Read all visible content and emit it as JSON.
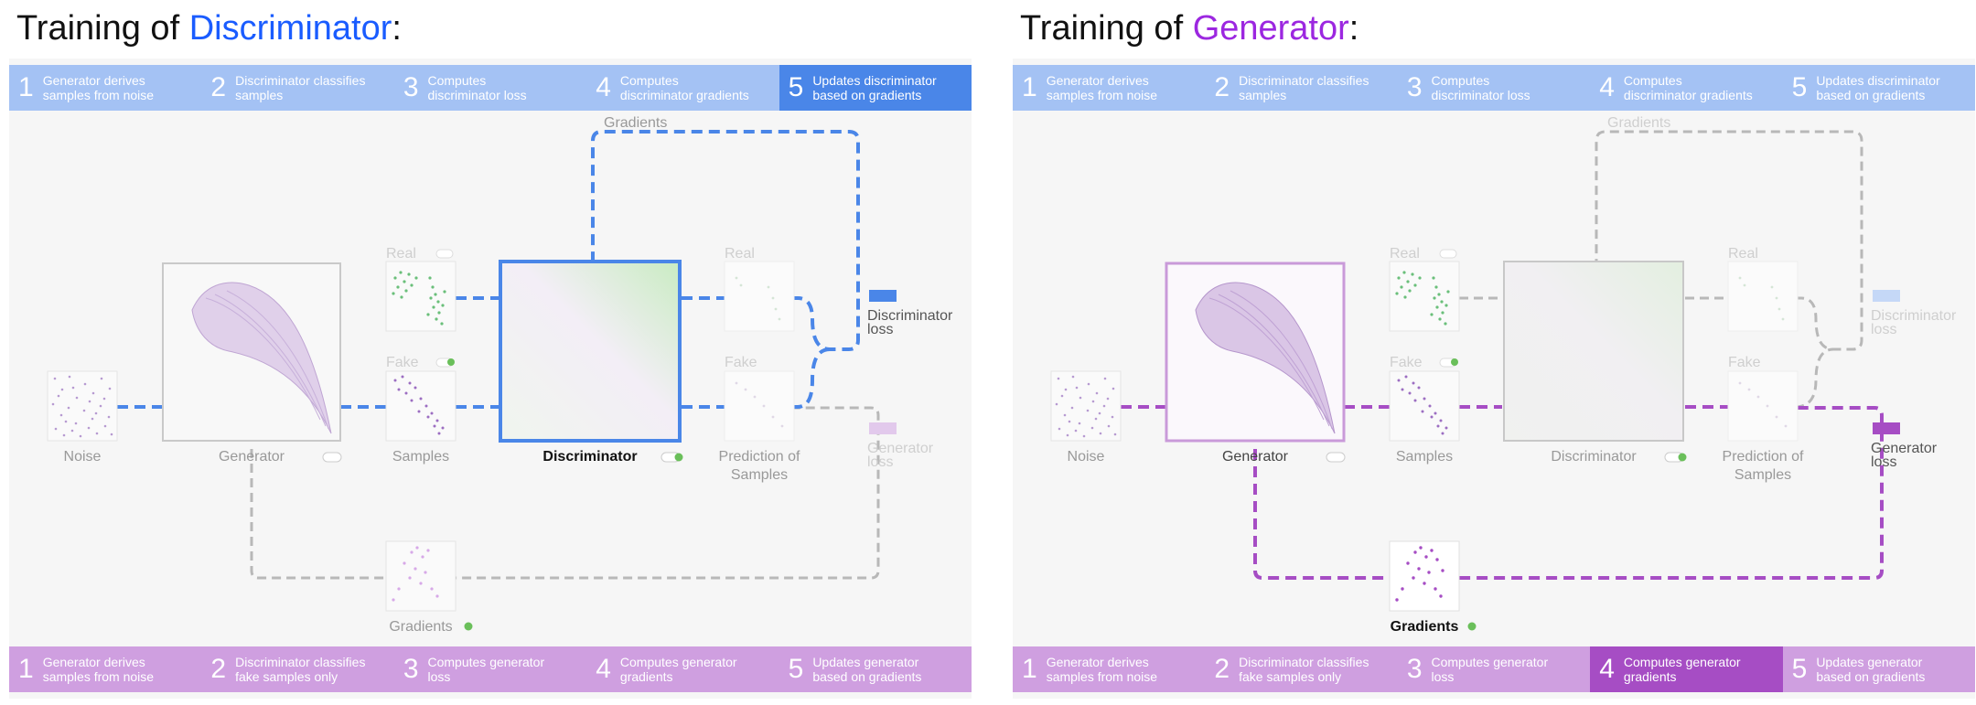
{
  "panels": [
    {
      "id": "disc",
      "title_prefix": "Training of ",
      "title_highlight": "Discriminator",
      "title_suffix": ":",
      "accent": "#4285f4",
      "top_bar_color": "#a4c2f4",
      "top_active_color": "#4a86e8",
      "bottom_bar_color": "#cf9fe0",
      "bottom_active_color": "#a64dc4",
      "top_steps": [
        {
          "num": "1",
          "text": "Generator derives\nsamples from noise"
        },
        {
          "num": "2",
          "text": "Discriminator classifies\nsamples"
        },
        {
          "num": "3",
          "text": "Computes\ndiscriminator loss"
        },
        {
          "num": "4",
          "text": "Computes\ndiscriminator gradients"
        },
        {
          "num": "5",
          "text": "Updates discriminator\nbased on gradients"
        }
      ],
      "top_active": 4,
      "bottom_steps": [
        {
          "num": "1",
          "text": "Generator derives\nsamples from noise"
        },
        {
          "num": "2",
          "text": "Discriminator classifies\nfake samples only"
        },
        {
          "num": "3",
          "text": "Computes generator\nloss"
        },
        {
          "num": "4",
          "text": "Computes generator\ngradients"
        },
        {
          "num": "5",
          "text": "Updates generator\nbased on gradients"
        }
      ],
      "bottom_active": -1,
      "labels": {
        "gradients_top": "Gradients",
        "real": "Real",
        "fake": "Fake",
        "real2": "Real",
        "fake2": "Fake",
        "noise": "Noise",
        "generator": "Generator",
        "samples": "Samples",
        "discriminator": "Discriminator",
        "prediction_1": "Prediction of",
        "prediction_2": "Samples",
        "disc_loss_1": "Discriminator",
        "disc_loss_2": "loss",
        "gen_loss_1": "Generator",
        "gen_loss_2": "loss",
        "gradients_bottom": "Gradients"
      }
    },
    {
      "id": "gen",
      "title_prefix": "Training of ",
      "title_highlight": "Generator",
      "title_suffix": ":",
      "accent": "#9c27e0",
      "top_bar_color": "#a4c2f4",
      "top_active_color": "#4a86e8",
      "bottom_bar_color": "#cf9fe0",
      "bottom_active_color": "#a64dc4",
      "top_steps": [
        {
          "num": "1",
          "text": "Generator derives\nsamples from noise"
        },
        {
          "num": "2",
          "text": "Discriminator classifies\nsamples"
        },
        {
          "num": "3",
          "text": "Computes\ndiscriminator loss"
        },
        {
          "num": "4",
          "text": "Computes\ndiscriminator gradients"
        },
        {
          "num": "5",
          "text": "Updates discriminator\nbased on gradients"
        }
      ],
      "top_active": -1,
      "bottom_steps": [
        {
          "num": "1",
          "text": "Generator derives\nsamples from noise"
        },
        {
          "num": "2",
          "text": "Discriminator classifies\nfake samples only"
        },
        {
          "num": "3",
          "text": "Computes generator\nloss"
        },
        {
          "num": "4",
          "text": "Computes generator\ngradients"
        },
        {
          "num": "5",
          "text": "Updates generator\nbased on gradients"
        }
      ],
      "bottom_active": 3,
      "labels": {
        "gradients_top": "Gradients",
        "real": "Real",
        "fake": "Fake",
        "real2": "Real",
        "fake2": "Fake",
        "noise": "Noise",
        "generator": "Generator",
        "samples": "Samples",
        "discriminator": "Discriminator",
        "prediction_1": "Prediction of",
        "prediction_2": "Samples",
        "disc_loss_1": "Discriminator",
        "disc_loss_2": "loss",
        "gen_loss_1": "Generator",
        "gen_loss_2": "loss",
        "gradients_bottom": "Gradients"
      }
    }
  ]
}
